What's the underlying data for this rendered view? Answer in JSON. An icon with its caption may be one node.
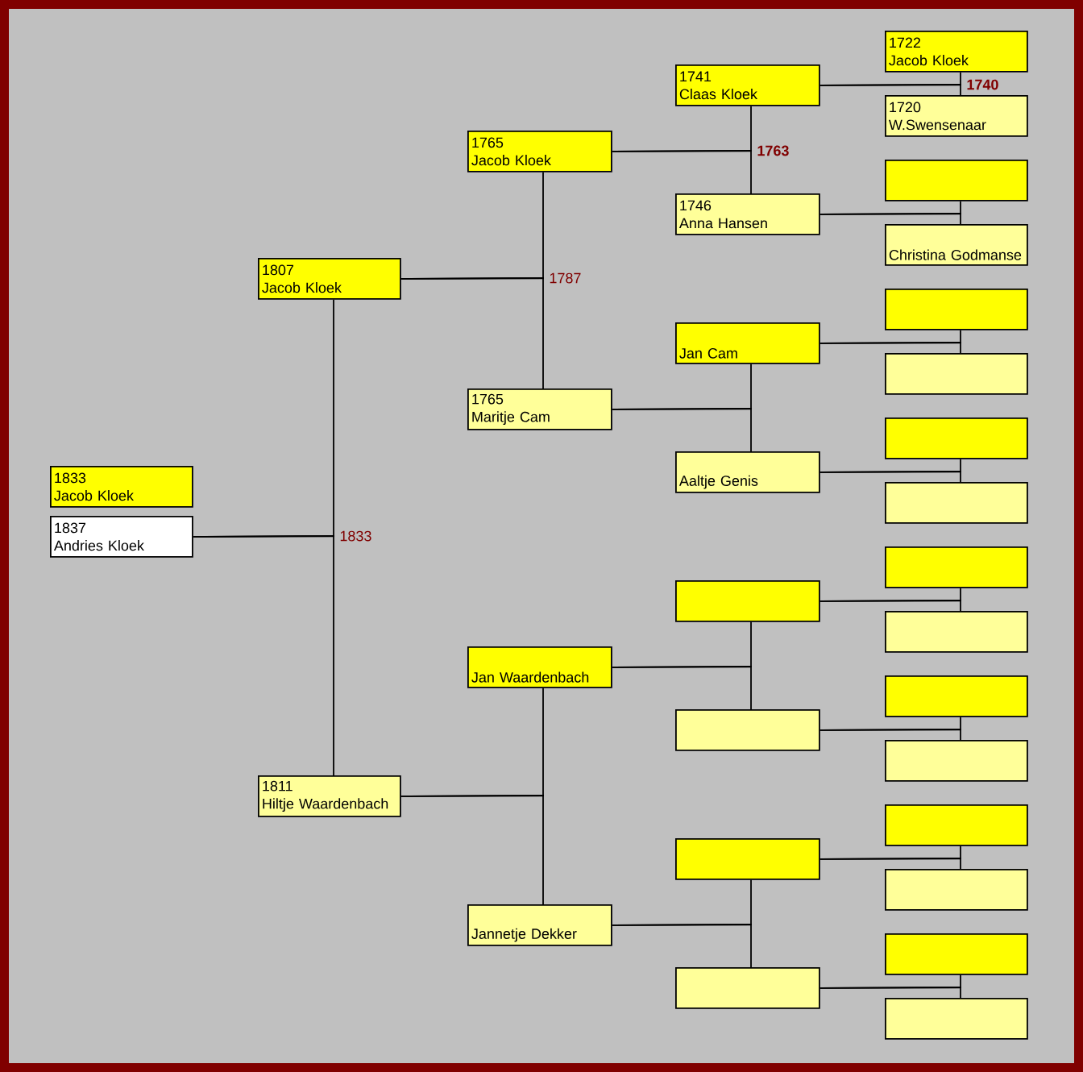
{
  "diagram": {
    "nodes": [
      {
        "text": [
          "1833",
          "Jacob Kloek"
        ]
      },
      {
        "text": [
          "1837",
          "Andries Kloek"
        ]
      },
      {
        "text": [
          "1807",
          "Jacob Kloek"
        ]
      },
      {
        "text": [
          "1811",
          "Hiltje Waardenbach"
        ]
      },
      {
        "text": [
          "1765",
          "Jacob Kloek"
        ]
      },
      {
        "text": [
          "1765",
          "Maritje Cam"
        ]
      },
      {
        "text": [
          "Jan Waardenbach"
        ]
      },
      {
        "text": [
          "Jannetje Dekker"
        ]
      },
      {
        "text": [
          "1741",
          "Claas Kloek"
        ]
      },
      {
        "text": [
          "1746",
          "Anna Hansen"
        ]
      },
      {
        "text": [
          "Jan Cam"
        ]
      },
      {
        "text": [
          "Aaltje Genis"
        ]
      },
      {
        "text": [],
        "shape": "box"
      },
      {
        "text": [],
        "shape": "box"
      },
      {
        "text": [],
        "shape": "box"
      },
      {
        "text": [],
        "shape": "box"
      },
      {
        "text": [
          "1722",
          "Jacob Kloek"
        ]
      },
      {
        "text": [
          "1720",
          "W.Swensenaar"
        ]
      },
      {
        "text": [],
        "shape": "box"
      },
      {
        "text": [
          "Christina Godmanse"
        ]
      },
      {
        "text": [],
        "shape": "box"
      },
      {
        "text": [],
        "shape": "box"
      },
      {
        "text": [],
        "shape": "box"
      },
      {
        "text": [],
        "shape": "box"
      },
      {
        "text": [],
        "shape": "box"
      },
      {
        "text": [],
        "shape": "box"
      },
      {
        "text": [],
        "shape": "box"
      },
      {
        "text": [],
        "shape": "box"
      },
      {
        "text": [],
        "shape": "box"
      },
      {
        "text": [],
        "shape": "box"
      },
      {
        "text": [],
        "shape": "box"
      },
      {
        "text": [],
        "shape": "box"
      }
    ],
    "edges": [
      {
        "from": 1,
        "to": 2,
        "arrow": "none",
        "label": "1833"
      },
      {
        "from": 1,
        "to": 3,
        "arrow": "none"
      },
      {
        "from": 2,
        "to": 4,
        "arrow": "none",
        "label": "1787"
      },
      {
        "from": 2,
        "to": 5,
        "arrow": "none"
      },
      {
        "from": 3,
        "to": 6,
        "arrow": "none"
      },
      {
        "from": 3,
        "to": 7,
        "arrow": "none"
      },
      {
        "from": 4,
        "to": 8,
        "arrow": "none",
        "label": "1763"
      },
      {
        "from": 4,
        "to": 9,
        "arrow": "none"
      },
      {
        "from": 5,
        "to": 10,
        "arrow": "none"
      },
      {
        "from": 5,
        "to": 11,
        "arrow": "none"
      },
      {
        "from": 6,
        "to": 12,
        "arrow": "none"
      },
      {
        "from": 6,
        "to": 13,
        "arrow": "none"
      },
      {
        "from": 7,
        "to": 14,
        "arrow": "none"
      },
      {
        "from": 7,
        "to": 15,
        "arrow": "none"
      },
      {
        "from": 8,
        "to": 16,
        "arrow": "none",
        "label": "1740"
      },
      {
        "from": 8,
        "to": 17,
        "arrow": "none"
      },
      {
        "from": 9,
        "to": 18,
        "arrow": "none"
      },
      {
        "from": 9,
        "to": 19,
        "arrow": "none"
      },
      {
        "from": 10,
        "to": 20,
        "arrow": "none"
      },
      {
        "from": 10,
        "to": 21,
        "arrow": "none"
      },
      {
        "from": 11,
        "to": 22,
        "arrow": "none"
      },
      {
        "from": 11,
        "to": 23,
        "arrow": "none"
      },
      {
        "from": 12,
        "to": 24,
        "arrow": "none"
      },
      {
        "from": 12,
        "to": 25,
        "arrow": "none"
      },
      {
        "from": 13,
        "to": 26,
        "arrow": "none"
      },
      {
        "from": 13,
        "to": 27,
        "arrow": "none"
      },
      {
        "from": 14,
        "to": 28,
        "arrow": "none"
      },
      {
        "from": 14,
        "to": 29,
        "arrow": "none"
      },
      {
        "from": 15,
        "to": 30,
        "arrow": "none"
      },
      {
        "from": 15,
        "to": 31,
        "arrow": "none"
      }
    ]
  }
}
